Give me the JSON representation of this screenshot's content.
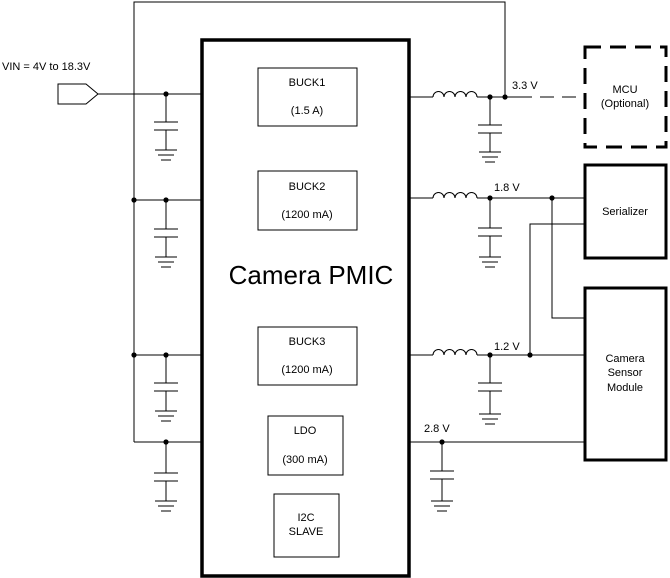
{
  "input": {
    "label": "VIN = 4V to 18.3V"
  },
  "pmic": {
    "title": "Camera PMIC"
  },
  "blocks": {
    "buck1": {
      "name": "BUCK1",
      "rating": "(1.5 A)"
    },
    "buck2": {
      "name": "BUCK2",
      "rating": "(1200 mA)"
    },
    "buck3": {
      "name": "BUCK3",
      "rating": "(1200 mA)"
    },
    "ldo": {
      "name": "LDO",
      "rating": "(300 mA)"
    },
    "i2c": {
      "line1": "I2C",
      "line2": "SLAVE"
    }
  },
  "rails": {
    "r1": "3.3 V",
    "r2": "1.8 V",
    "r3": "1.2 V",
    "r4": "2.8 V"
  },
  "loads": {
    "mcu": {
      "line1": "MCU",
      "line2": "(Optional)"
    },
    "serializer": {
      "label": "Serializer"
    },
    "sensor": {
      "line1": "Camera",
      "line2": "Sensor",
      "line3": "Module"
    }
  }
}
